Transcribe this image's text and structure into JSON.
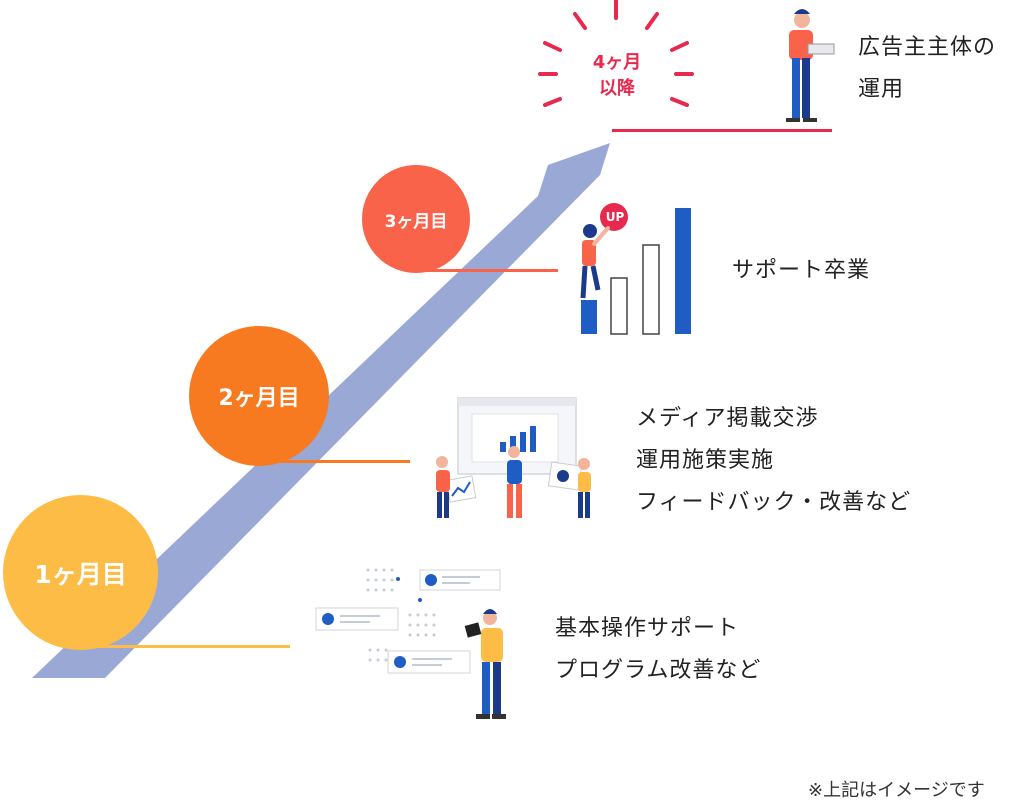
{
  "colors": {
    "arrow": "#9aa8d6",
    "month1": "#fcbc45",
    "month2": "#f77a20",
    "month3": "#f9634a",
    "month4": "#e8294e",
    "blue": "#1f5cc4",
    "navy": "#1b3a8c"
  },
  "stages": [
    {
      "label": "1ヶ月目",
      "description": "基本操作サポート\nプログラム改善など"
    },
    {
      "label": "2ヶ月目",
      "description": "メディア掲載交渉\n運用施策実施\nフィードバック・改善など"
    },
    {
      "label": "3ヶ月目",
      "description": "サポート卒業"
    },
    {
      "label": "4ヶ月\n以降",
      "description": "広告主主体の\n運用"
    }
  ],
  "chart_badge": "UP",
  "note": "※上記はイメージです"
}
